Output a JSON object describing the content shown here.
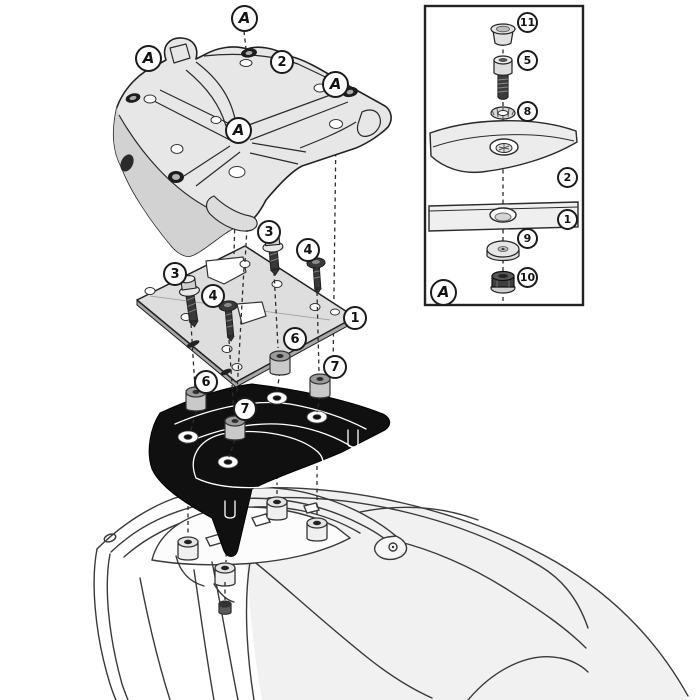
{
  "diagram": {
    "type": "exploded-view-assembly-diagram",
    "colors": {
      "line": "#2a2a2a",
      "bracket_fill": "#101010",
      "metal_light": "#e7e7e7",
      "plate_gray": "#dedede",
      "seat_shade": "#f1f1f2"
    },
    "main_callouts": [
      {
        "id": "a-top",
        "label": "A"
      },
      {
        "id": "a-left",
        "label": "A"
      },
      {
        "id": "part-2-rack",
        "label": "2"
      },
      {
        "id": "a-right",
        "label": "A"
      },
      {
        "id": "a-center",
        "label": "A"
      },
      {
        "id": "screw-3-upper",
        "label": "3"
      },
      {
        "id": "screw-3-left",
        "label": "3"
      },
      {
        "id": "screw-4-right",
        "label": "4"
      },
      {
        "id": "screw-4-center",
        "label": "4"
      },
      {
        "id": "part-1-plate",
        "label": "1"
      },
      {
        "id": "spacer-6-right",
        "label": "6"
      },
      {
        "id": "spacer-7-right",
        "label": "7"
      },
      {
        "id": "spacer-6-left",
        "label": "6"
      },
      {
        "id": "spacer-7-left",
        "label": "7"
      }
    ],
    "inset": {
      "callouts": [
        {
          "id": "part-11-cap",
          "label": "11"
        },
        {
          "id": "part-5-screw",
          "label": "5"
        },
        {
          "id": "part-8-washer",
          "label": "8"
        },
        {
          "id": "part-2-section",
          "label": "2"
        },
        {
          "id": "part-1-section",
          "label": "1"
        },
        {
          "id": "part-9-washer",
          "label": "9"
        },
        {
          "id": "part-10-nut",
          "label": "10"
        }
      ],
      "detail_label": "A"
    }
  }
}
